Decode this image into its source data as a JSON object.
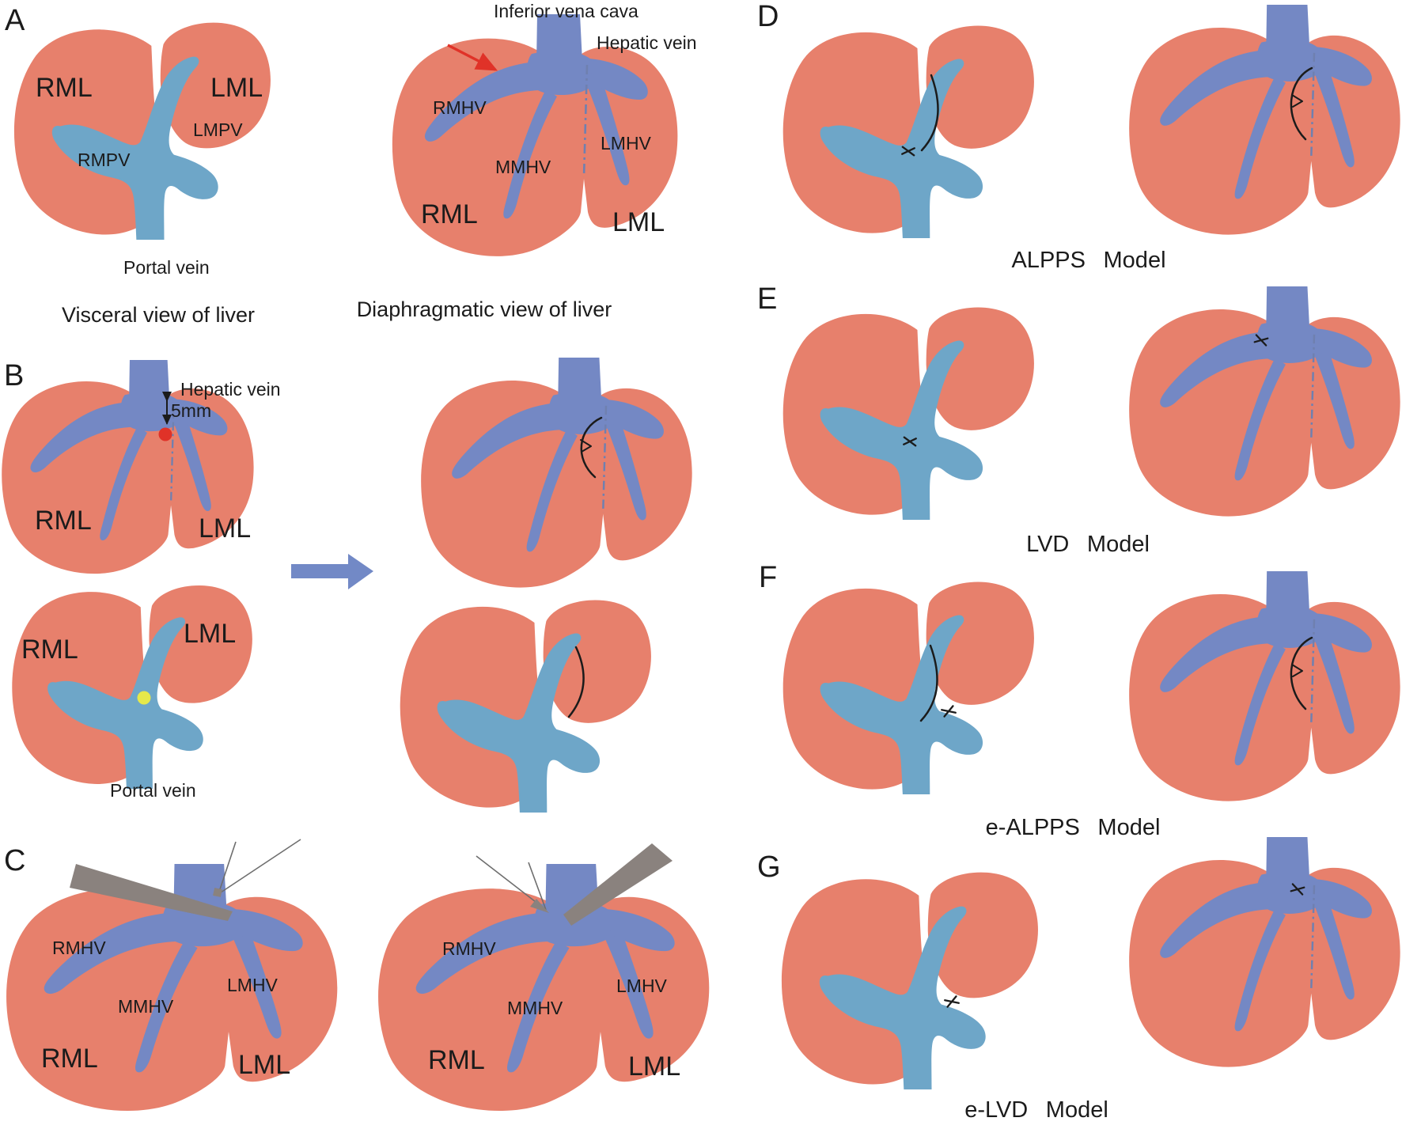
{
  "figure": {
    "panels": {
      "a": {
        "letter": "A",
        "visceral": {
          "rml": "RML",
          "lml": "LML",
          "lmpv": "LMPV",
          "rmpv": "RMPV",
          "portal_vein": "Portal vein",
          "caption": "Visceral view of liver"
        },
        "diaphragmatic": {
          "inferior_vena_cava": "Inferior vena cava",
          "hepatic_vein": "Hepatic vein",
          "rmhv": "RMHV",
          "mmhv": "MMHV",
          "lmhv": "LMHV",
          "rml": "RML",
          "lml": "LML",
          "caption": "Diaphragmatic view of liver"
        }
      },
      "b": {
        "letter": "B",
        "hepatic_vein": "Hepatic vein",
        "distance": "5mm",
        "top": {
          "rml": "RML",
          "lml": "LML"
        },
        "bottom": {
          "rml": "RML",
          "lml": "LML",
          "portal_vein": "Portal vein"
        }
      },
      "c": {
        "letter": "C",
        "left": {
          "rmhv": "RMHV",
          "mmhv": "MMHV",
          "lmhv": "LMHV",
          "rml": "RML",
          "lml": "LML"
        },
        "right": {
          "rmhv": "RMHV",
          "mmhv": "MMHV",
          "lmhv": "LMHV",
          "rml": "RML",
          "lml": "LML"
        }
      },
      "d": {
        "letter": "D",
        "caption": "ALPPS Model"
      },
      "e": {
        "letter": "E",
        "caption": "LVD Model"
      },
      "f": {
        "letter": "F",
        "caption": "e-ALPPS Model"
      },
      "g": {
        "letter": "G",
        "caption": "e-LVD Model"
      }
    },
    "colors": {
      "liver": "#E7806C",
      "portal_vein": "#6EA6C8",
      "hepatic_vein": "#7488C4",
      "midline": "#6F80B0",
      "marker_red": "#E03228",
      "marker_yellow": "#E6E84A",
      "instrument_gray": "#8A827E",
      "arrow_blue": "#7289C6",
      "text": "#1B1B1B"
    }
  }
}
